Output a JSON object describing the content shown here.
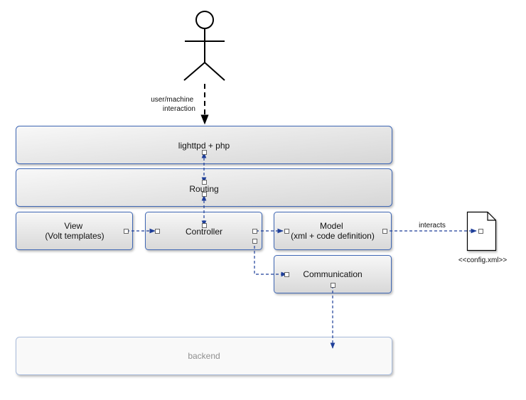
{
  "actor": {
    "connector_label": [
      "user/machine",
      "interaction"
    ]
  },
  "layers": {
    "web": "lighttpd + php",
    "routing": "Routing",
    "view": [
      "View",
      "(Volt templates)"
    ],
    "controller": "Controller",
    "model": [
      "Model",
      "(xml + code definition)"
    ],
    "communication": "Communication",
    "backend": "backend"
  },
  "config": {
    "edge_label": "interacts",
    "file_label": "<<config.xml>>"
  },
  "colors": {
    "arrow": "#1f3f99",
    "box_border": "#3f67b5",
    "backend_border": "#a9bcdc"
  }
}
